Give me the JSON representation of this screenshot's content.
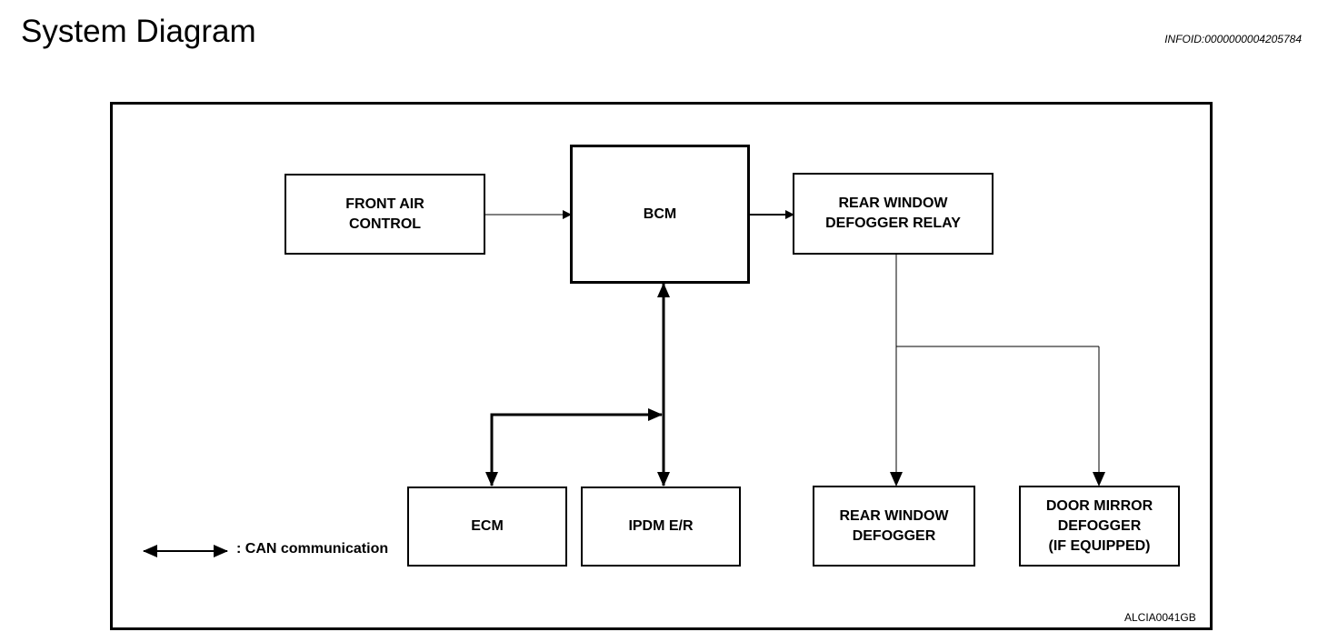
{
  "page": {
    "title": "System Diagram",
    "info_id": "INFOID:0000000004205784",
    "figure_id": "ALCIA0041GB"
  },
  "blocks": {
    "front_air_control": "FRONT AIR\nCONTROL",
    "bcm": "BCM",
    "rear_window_defogger_relay": "REAR WINDOW\nDEFOGGER RELAY",
    "ecm": "ECM",
    "ipdm_er": "IPDM E/R",
    "rear_window_defogger": "REAR WINDOW\nDEFOGGER",
    "door_mirror_defogger": "DOOR MIRROR\nDEFOGGER\n(IF EQUIPPED)"
  },
  "legend": {
    "can_label": ": CAN communication"
  }
}
